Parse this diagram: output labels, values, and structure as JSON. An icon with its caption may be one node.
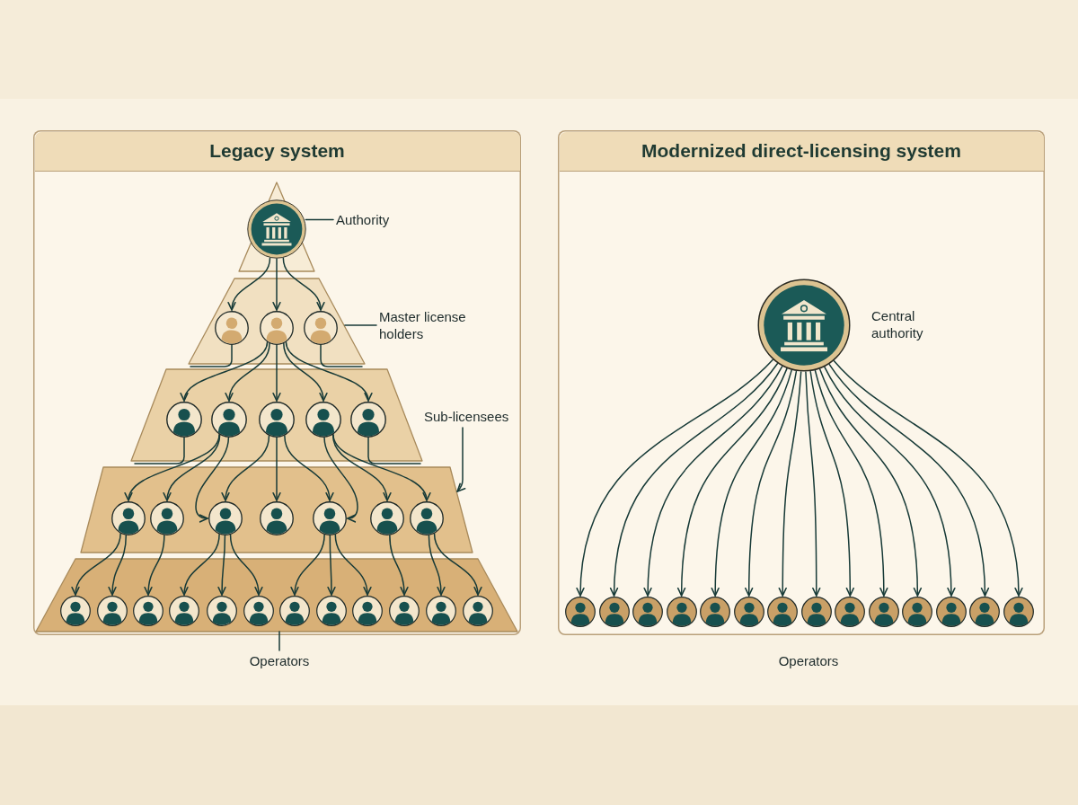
{
  "diagram": {
    "nodes": [
      {
        "text": [
          "Legacy system"
        ]
      },
      {
        "text": [],
        "shape": "triangle",
        "in": 0
      },
      {
        "text": [],
        "shape": "building",
        "in": 1
      },
      {
        "text": [
          "Authority"
        ],
        "in": 0
      },
      {
        "text": [],
        "shape": "trapezoid",
        "in": 0
      },
      {
        "text": [],
        "shape": "person",
        "in": 4
      },
      {
        "text": [],
        "shape": "person",
        "in": 4
      },
      {
        "text": [],
        "shape": "person",
        "in": 4
      },
      {
        "text": [
          "Master license holders"
        ],
        "in": 0
      },
      {
        "text": [],
        "shape": "trapezoid",
        "in": 0
      },
      {
        "text": [],
        "shape": "person",
        "in": 9
      },
      {
        "text": [],
        "shape": "person",
        "in": 9
      },
      {
        "text": [],
        "shape": "person",
        "in": 9
      },
      {
        "text": [],
        "shape": "person",
        "in": 9
      },
      {
        "text": [],
        "shape": "person",
        "in": 9
      },
      {
        "text": [
          "Sub-licensees"
        ],
        "in": 0
      },
      {
        "text": [],
        "shape": "trapezoid",
        "in": 0
      },
      {
        "text": [],
        "shape": "person",
        "in": 16
      },
      {
        "text": [],
        "shape": "person",
        "in": 16
      },
      {
        "text": [],
        "shape": "person",
        "in": 16
      },
      {
        "text": [],
        "shape": "person",
        "in": 16
      },
      {
        "text": [],
        "shape": "person",
        "in": 16
      },
      {
        "text": [],
        "shape": "person",
        "in": 16
      },
      {
        "text": [],
        "shape": "person",
        "in": 16
      },
      {
        "text": [],
        "shape": "trapezoid",
        "in": 0
      },
      {
        "text": [],
        "shape": "person",
        "in": 24
      },
      {
        "text": [],
        "shape": "person",
        "in": 24
      },
      {
        "text": [],
        "shape": "person",
        "in": 24
      },
      {
        "text": [],
        "shape": "person",
        "in": 24
      },
      {
        "text": [],
        "shape": "person",
        "in": 24
      },
      {
        "text": [],
        "shape": "person",
        "in": 24
      },
      {
        "text": [],
        "shape": "person",
        "in": 24
      },
      {
        "text": [],
        "shape": "person",
        "in": 24
      },
      {
        "text": [],
        "shape": "person",
        "in": 24
      },
      {
        "text": [],
        "shape": "person",
        "in": 24
      },
      {
        "text": [],
        "shape": "person",
        "in": 24
      },
      {
        "text": [],
        "shape": "person",
        "in": 24
      },
      {
        "text": [
          "Operators"
        ]
      },
      {
        "text": [
          "Modernized direct-licensing system"
        ]
      },
      {
        "text": [],
        "shape": "building",
        "in": 38,
        "beside": [
          "Central authority"
        ]
      },
      {
        "text": [],
        "shape": "person",
        "in": 38
      },
      {
        "text": [],
        "shape": "person",
        "in": 38
      },
      {
        "text": [],
        "shape": "person",
        "in": 38
      },
      {
        "text": [],
        "shape": "person",
        "in": 38
      },
      {
        "text": [],
        "shape": "person",
        "in": 38
      },
      {
        "text": [],
        "shape": "person",
        "in": 38
      },
      {
        "text": [],
        "shape": "person",
        "in": 38
      },
      {
        "text": [],
        "shape": "person",
        "in": 38
      },
      {
        "text": [],
        "shape": "person",
        "in": 38
      },
      {
        "text": [],
        "shape": "person",
        "in": 38
      },
      {
        "text": [],
        "shape": "person",
        "in": 38
      },
      {
        "text": [],
        "shape": "person",
        "in": 38
      },
      {
        "text": [],
        "shape": "person",
        "in": 38
      },
      {
        "text": [],
        "shape": "person",
        "in": 38
      }
    ],
    "edges": [
      {
        "from": 2,
        "to": 5,
        "arrow": "to"
      },
      {
        "from": 2,
        "to": 6,
        "arrow": "to"
      },
      {
        "from": 2,
        "to": 7,
        "arrow": "to"
      },
      {
        "from": 3,
        "to": 2,
        "arrow": "none"
      },
      {
        "from": 5,
        "to": null,
        "arrow": "none"
      },
      {
        "from": 6,
        "to": 10,
        "arrow": "to"
      },
      {
        "from": 6,
        "to": 11,
        "arrow": "to"
      },
      {
        "from": 6,
        "to": 12,
        "arrow": "to"
      },
      {
        "from": 6,
        "to": 13,
        "arrow": "to"
      },
      {
        "from": 6,
        "to": 14,
        "arrow": "to"
      },
      {
        "from": 7,
        "to": null,
        "arrow": "none"
      },
      {
        "from": 8,
        "to": 4,
        "arrow": "none"
      },
      {
        "from": 10,
        "to": null,
        "arrow": "none"
      },
      {
        "from": 11,
        "to": 17,
        "arrow": "to"
      },
      {
        "from": 11,
        "to": 18,
        "arrow": "to"
      },
      {
        "from": 11,
        "to": 19,
        "arrow": "to"
      },
      {
        "from": 12,
        "to": 19,
        "arrow": "to"
      },
      {
        "from": 12,
        "to": 20,
        "arrow": "to"
      },
      {
        "from": 12,
        "to": 21,
        "arrow": "to"
      },
      {
        "from": 13,
        "to": 21,
        "arrow": "to"
      },
      {
        "from": 13,
        "to": 22,
        "arrow": "to"
      },
      {
        "from": 13,
        "to": 23,
        "arrow": "to"
      },
      {
        "from": 14,
        "to": null,
        "arrow": "none"
      },
      {
        "from": 15,
        "to": 16,
        "arrow": "to"
      },
      {
        "from": 17,
        "to": 25,
        "arrow": "to"
      },
      {
        "from": 17,
        "to": 26,
        "arrow": "to"
      },
      {
        "from": 18,
        "to": 27,
        "arrow": "to"
      },
      {
        "from": 19,
        "to": 28,
        "arrow": "to"
      },
      {
        "from": 19,
        "to": 29,
        "arrow": "to"
      },
      {
        "from": 19,
        "to": 30,
        "arrow": "to"
      },
      {
        "from": 21,
        "to": 31,
        "arrow": "to"
      },
      {
        "from": 21,
        "to": 32,
        "arrow": "to"
      },
      {
        "from": 21,
        "to": 33,
        "arrow": "to"
      },
      {
        "from": 22,
        "to": 34,
        "arrow": "to"
      },
      {
        "from": 23,
        "to": 35,
        "arrow": "to"
      },
      {
        "from": 23,
        "to": 36,
        "arrow": "to"
      },
      {
        "from": 37,
        "to": 24,
        "arrow": "none"
      },
      {
        "from": 39,
        "to": 40,
        "arrow": "to"
      },
      {
        "from": 39,
        "to": 41,
        "arrow": "to"
      },
      {
        "from": 39,
        "to": 42,
        "arrow": "to"
      },
      {
        "from": 39,
        "to": 43,
        "arrow": "to"
      },
      {
        "from": 39,
        "to": 44,
        "arrow": "to"
      },
      {
        "from": 39,
        "to": 45,
        "arrow": "to"
      },
      {
        "from": 39,
        "to": 46,
        "arrow": "to"
      },
      {
        "from": 39,
        "to": 47,
        "arrow": "to"
      },
      {
        "from": 39,
        "to": 48,
        "arrow": "to"
      },
      {
        "from": 39,
        "to": 49,
        "arrow": "to"
      },
      {
        "from": 39,
        "to": 50,
        "arrow": "to"
      },
      {
        "from": 39,
        "to": 51,
        "arrow": "to"
      },
      {
        "from": 39,
        "to": 52,
        "arrow": "to"
      },
      {
        "from": 39,
        "to": 53,
        "arrow": "to"
      }
    ],
    "labels": [
      "Operators"
    ]
  }
}
